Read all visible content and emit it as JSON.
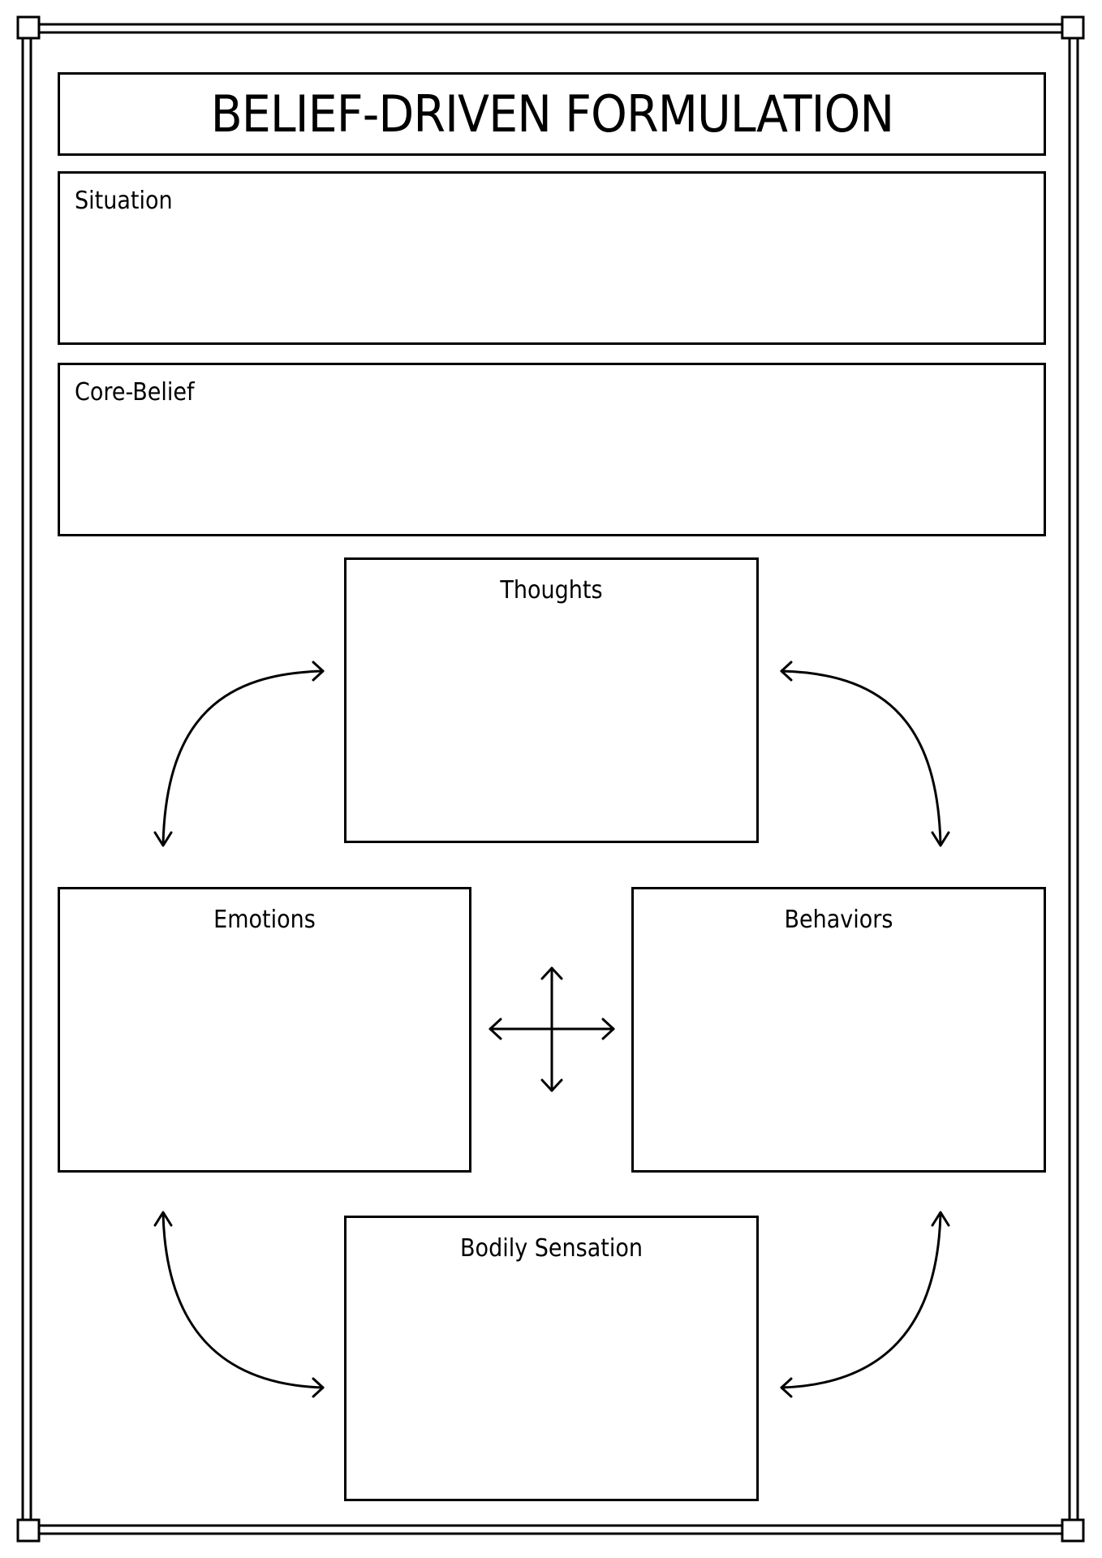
{
  "title": "BELIEF-DRIVEN FORMULATION",
  "sections": {
    "situation": "Situation",
    "core_belief": "Core-Belief",
    "thoughts": "Thoughts",
    "emotions": "Emotions",
    "behaviors": "Behaviors",
    "bodily_sensation": "Bodily Sensation"
  }
}
